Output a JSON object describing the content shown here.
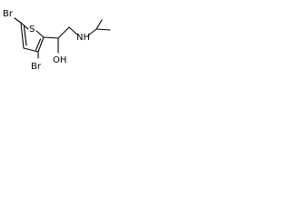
{
  "molecule": {
    "atoms": {
      "br_top": "Br",
      "s": "S",
      "br_bottom": "Br",
      "oh": "OH",
      "nh": "NH"
    }
  }
}
